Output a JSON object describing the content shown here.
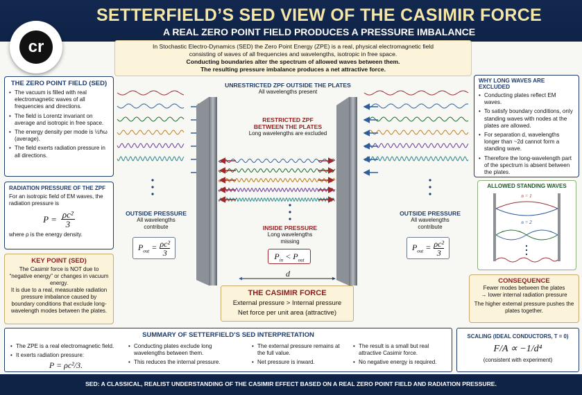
{
  "header": {
    "title": "SETTERFIELD’S SED VIEW OF THE CASIMIR FORCE",
    "subtitle": "A REAL ZERO POINT FIELD PRODUCES A PRESSURE IMBALANCE",
    "logo_text": "cr"
  },
  "intro": {
    "lines": [
      "In Stochastic Electro-Dynamics (SED) the Zero Point Energy (ZPE) is a real, physical electromagnetic field",
      "consisting of waves of all frequencies and wavelengths, isotropic in free space.",
      "Conducting boundaries alter the spectrum of allowed waves between them.",
      "The resulting pressure imbalance produces a net attractive force."
    ]
  },
  "zpf_panel": {
    "title": "THE ZERO POINT FIELD (SED)",
    "bullets": [
      "The vacuum is filled with real electromagnetic waves of all frequencies and directions.",
      "The field is Lorentz invariant on average and isotropic in free space.",
      "The energy density per mode is ½ℏω (average).",
      "The field exerts radiation pressure in all directions."
    ]
  },
  "radiation_panel": {
    "title": "RADIATION PRESSURE OF THE ZPF",
    "text": "For an isotropic field of EM waves, the radiation pressure is",
    "formula_lhs": "P =",
    "formula_num": "ρc²",
    "formula_den": "3",
    "note": "where ρ is the energy density."
  },
  "key_panel": {
    "title": "KEY POINT (SED)",
    "text1": "The Casimir force is NOT due to “negative energy” or changes in vacuum energy.",
    "text2": "It is due to a real, measurable radiation pressure imbalance caused by boundary conditions that exclude long-wavelength modes between the plates."
  },
  "center": {
    "unrestricted_title": "UNRESTRICTED ZPF OUTSIDE THE PLATES",
    "unrestricted_sub": "All wavelengths present",
    "restricted_title_1": "RESTRICTED ZPF",
    "restricted_title_2": "BETWEEN THE PLATES",
    "restricted_sub": "Long wavelengths are excluded",
    "outside_left_title": "OUTSIDE PRESSURE",
    "outside_left_sub1": "All wavelengths",
    "outside_left_sub2": "contribute",
    "outside_right_title": "OUTSIDE PRESSURE",
    "outside_right_sub1": "All wavelengths",
    "outside_right_sub2": "contribute",
    "pout_left": "P",
    "pout_sub": "out",
    "pout_num": "ρc²",
    "pout_den": "3",
    "inside_title": "INSIDE PRESSURE",
    "inside_sub1": "Long wavelengths",
    "inside_sub2": "missing",
    "pin_formula": "P",
    "pin_sub": "in",
    "pin_lt": "< P",
    "pin_out_sub": "out",
    "gap_label": "d"
  },
  "casimir": {
    "title": "THE CASIMIR FORCE",
    "line1": "External pressure > Internal pressure",
    "line2": "Net force per unit area (attractive)"
  },
  "why_panel": {
    "title": "WHY LONG WAVES ARE EXCLUDED",
    "bullets": [
      "Conducting plates reflect EM waves.",
      "To satisfy boundary conditions, only standing waves with nodes at the plates are allowed.",
      "For separation d, wavelengths longer than ~2d cannot form a standing wave.",
      "Therefore the long-wavelength part of the spectrum is absent between the plates."
    ]
  },
  "allowed_panel": {
    "title": "ALLOWED STANDING WAVES",
    "n1": "n = 1",
    "n2": "n = 2"
  },
  "consequence": {
    "title": "CONSEQUENCE",
    "line1": "Fewer modes between the plates",
    "line2": "→ lower internal radiation pressure",
    "line3": "The higher external pressure pushes the plates together."
  },
  "summary": {
    "title": "SUMMARY OF SETTERFIELD’S SED INTERPRETATION",
    "col1": [
      "The ZPE is a real electromagnetic field.",
      "It exerts radiation pressure:"
    ],
    "col1_formula": "P = ρc²/3.",
    "col2": [
      "Conducting plates exclude long wavelengths between them.",
      "This reduces the internal pressure."
    ],
    "col3": [
      "The external pressure remains at the full value.",
      "Net pressure is inward."
    ],
    "col4": [
      "The result is a small but real attractive Casimir force.",
      "No negative energy is required."
    ]
  },
  "scaling": {
    "title": "SCALING (IDEAL CONDUCTORS, T = 0)",
    "formula": "F/A ∝ −1/d⁴",
    "note": "(consistent with experiment)"
  },
  "footer": {
    "text": "SED: A CLASSICAL, REALIST UNDERSTANDING OF THE CASIMIR EFFECT BASED ON A REAL ZERO POINT FIELD AND RADIATION PRESSURE."
  },
  "colors": {
    "navy": "#0f2347",
    "gold": "#f6e7a6",
    "dark_red": "#8b1f1f",
    "blue_arrow": "#2f5d9a",
    "red_arrow": "#9b2b2b"
  }
}
